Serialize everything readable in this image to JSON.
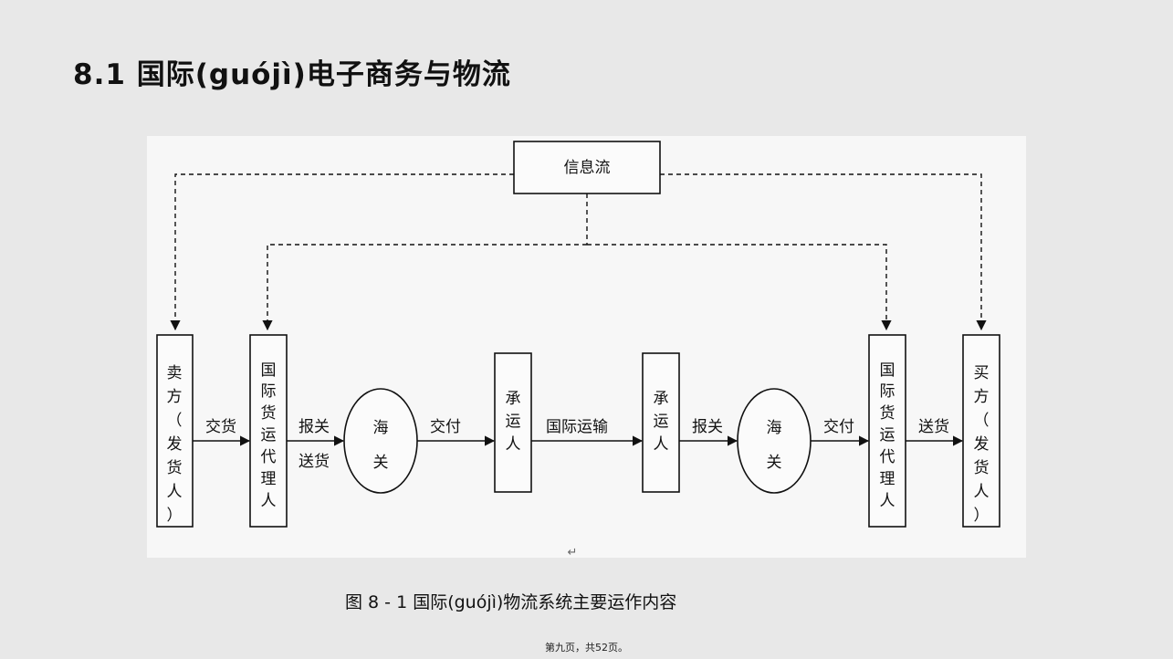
{
  "slide": {
    "title": "8.1  国际(guójì)电子商务与物流"
  },
  "diagram": {
    "info_flow": "信息流",
    "seller": [
      "卖",
      "方",
      "（",
      "发",
      "货",
      "人",
      "）"
    ],
    "forwarder_left": [
      "国",
      "际",
      "货",
      "运",
      "代",
      "理",
      "人"
    ],
    "customs_left": [
      "海",
      "关"
    ],
    "carrier_left": [
      "承",
      "运",
      "人"
    ],
    "carrier_right": [
      "承",
      "运",
      "人"
    ],
    "customs_right": [
      "海",
      "关"
    ],
    "forwarder_right": [
      "国",
      "际",
      "货",
      "运",
      "代",
      "理",
      "人"
    ],
    "buyer": [
      "买",
      "方",
      "（",
      "发",
      "货",
      "人",
      "）"
    ],
    "edge_labels": {
      "deliver_goods": "交货",
      "declare": "报关",
      "send_goods": "送货",
      "hand_over_left": "交付",
      "intl_transport": "国际运输",
      "declare_right": "报关",
      "hand_over_right": "交付",
      "send_goods_right": "送货"
    },
    "return_mark": "↵"
  },
  "caption": "图 8 - 1 国际(guójì)物流系统主要运作内容",
  "footer": "第九页，共52页。"
}
